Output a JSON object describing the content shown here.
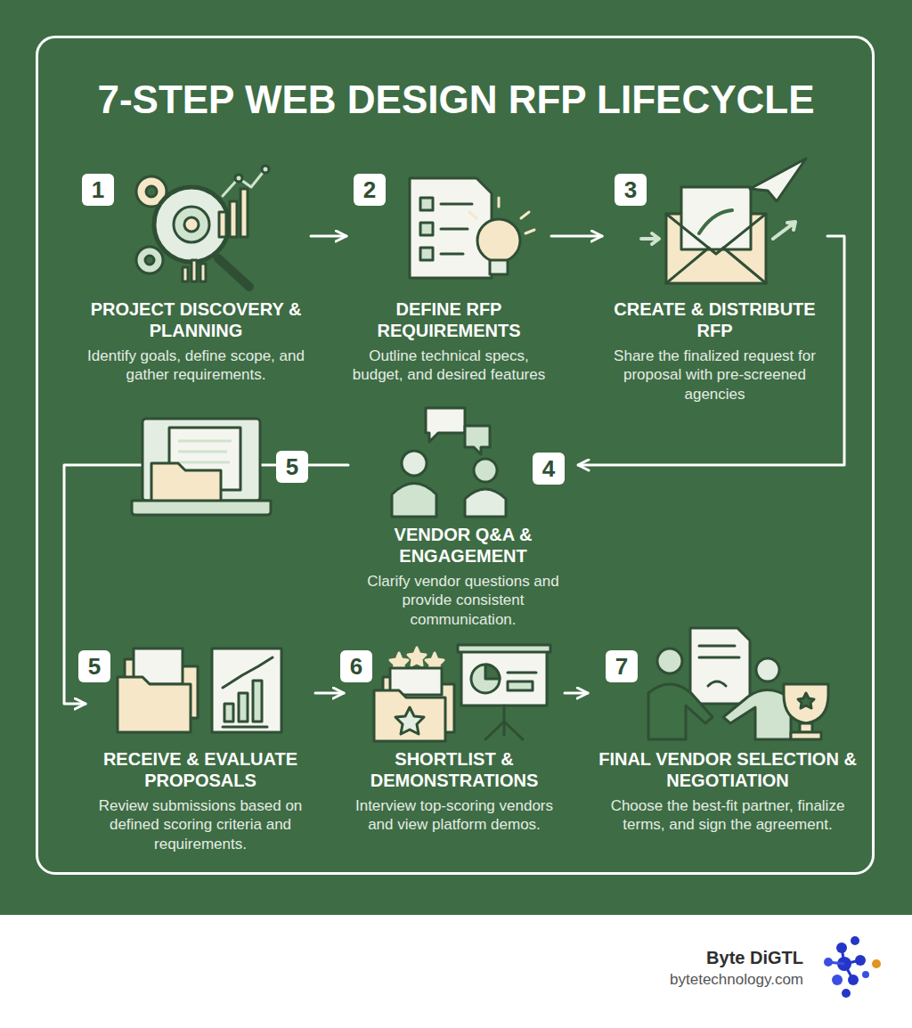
{
  "diagram": {
    "title": "7-STEP WEB DESIGN RFP LIFECYCLE",
    "nodes": [
      {
        "text": [
          "PROJECT DISCOVERY & PLANNING",
          "Identify goals, define scope, and gather requirements."
        ]
      },
      {
        "text": [
          "DEFINE RFP REQUIREMENTS",
          "Outline technical specs, budget, and desired features"
        ]
      },
      {
        "text": [
          "CREATE & DISTRIBUTE RFP",
          "Share the finalized request for proposal with pre-screened agencies"
        ]
      },
      {
        "text": [
          "VENDOR Q&A & ENGAGEMENT",
          "Clarify vendor questions and provide consistent communication."
        ]
      },
      {
        "text": [
          "RECEIVE & EVALUATE PROPOSALS",
          "Review submissions based on defined scoring criteria and requirements."
        ]
      },
      {
        "text": [
          "SHORTLIST & DEMONSTRATIONS",
          "Interview top-scoring vendors and view platform demos."
        ]
      },
      {
        "text": [
          "FINAL VENDOR SELECTION & NEGOTIATION",
          "Choose the best-fit partner, finalize terms, and sign the agreement."
        ]
      }
    ],
    "edges": [
      {
        "from": 0,
        "to": 1,
        "arrow": "to"
      },
      {
        "from": 1,
        "to": 2,
        "arrow": "to"
      },
      {
        "from": 2,
        "to": 3,
        "arrow": "to"
      },
      {
        "from": 3,
        "to": 4,
        "arrow": "to"
      },
      {
        "from": 4,
        "to": 5,
        "arrow": "to"
      },
      {
        "from": 5,
        "to": 6,
        "arrow": "to"
      }
    ],
    "labels": [
      "1",
      "2",
      "3",
      "5",
      "4",
      "5",
      "6",
      "7",
      "Byte DiGTL",
      "bytetechnology.com"
    ]
  }
}
